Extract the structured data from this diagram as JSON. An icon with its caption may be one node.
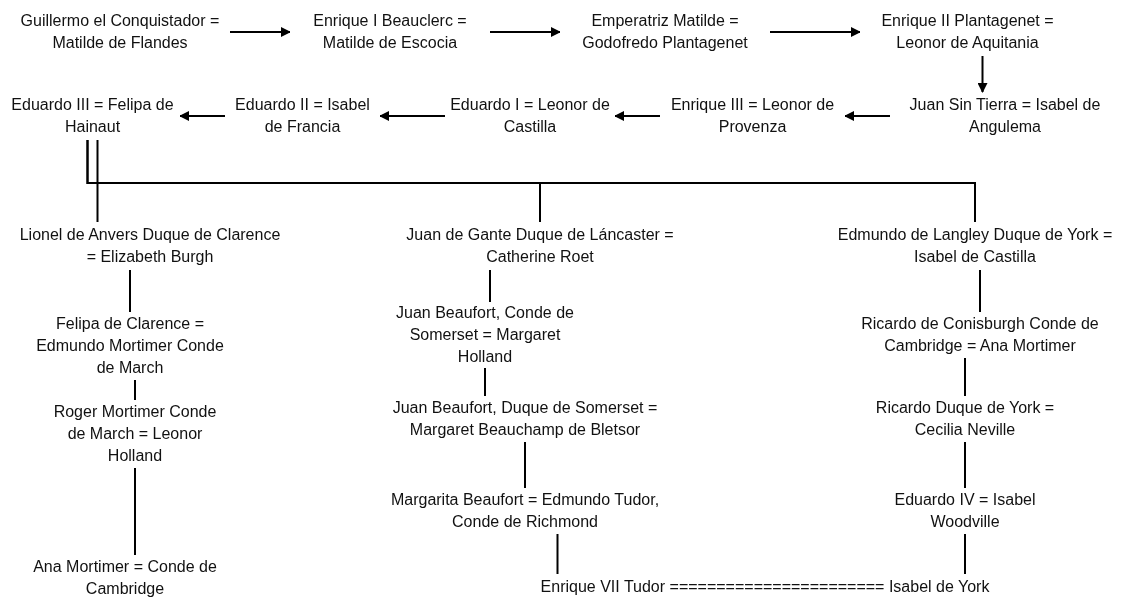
{
  "diagram": {
    "nodes": [
      {
        "text": [
          "Guillermo el Conquistador = Matilde de Flandes"
        ]
      },
      {
        "text": [
          "Enrique I Beauclerc = Matilde de Escocia"
        ]
      },
      {
        "text": [
          "Emperatriz Matilde = Godofredo Plantagenet"
        ]
      },
      {
        "text": [
          "Enrique II Plantagenet = Leonor de Aquitania"
        ]
      },
      {
        "text": [
          "Juan Sin Tierra = Isabel de Angulema"
        ]
      },
      {
        "text": [
          "Enrique III = Leonor de Provenza"
        ]
      },
      {
        "text": [
          "Eduardo I = Leonor de Castilla"
        ]
      },
      {
        "text": [
          "Eduardo II = Isabel de Francia"
        ]
      },
      {
        "text": [
          "Eduardo III = Felipa de Hainaut"
        ]
      },
      {
        "text": [
          "Lionel de Anvers Duque de Clarence = Elizabeth Burgh"
        ]
      },
      {
        "text": [
          "Juan de Gante Duque de Láncaster = Catherine Roet"
        ]
      },
      {
        "text": [
          "Edmundo de Langley Duque de York = Isabel de Castilla"
        ]
      },
      {
        "text": [
          "Felipa de Clarence = Edmundo Mortimer Conde de March"
        ]
      },
      {
        "text": [
          "Roger Mortimer Conde de March = Leonor Holland"
        ]
      },
      {
        "text": [
          "Ana Mortimer = Conde de Cambridge"
        ]
      },
      {
        "text": [
          "Juan Beaufort, Conde de Somerset = Margaret Holland"
        ]
      },
      {
        "text": [
          "Juan Beaufort, Duque de Somerset = Margaret Beauchamp de Bletsor"
        ]
      },
      {
        "text": [
          "Margarita Beaufort = Edmundo Tudor, Conde de Richmond"
        ]
      },
      {
        "text": [
          "Enrique VII Tudor ======================= Isabel de York"
        ]
      },
      {
        "text": [
          "Ricardo de Conisburgh Conde de Cambridge = Ana Mortimer"
        ]
      },
      {
        "text": [
          "Ricardo Duque de York = Cecilia Neville"
        ]
      },
      {
        "text": [
          "Eduardo IV = Isabel Woodville"
        ]
      }
    ],
    "edges": [
      {
        "from": 0,
        "to": 1,
        "arrow": "to"
      },
      {
        "from": 1,
        "to": 2,
        "arrow": "to"
      },
      {
        "from": 2,
        "to": 3,
        "arrow": "to"
      },
      {
        "from": 3,
        "to": 4,
        "arrow": "to"
      },
      {
        "from": 4,
        "to": 5,
        "arrow": "to"
      },
      {
        "from": 5,
        "to": 6,
        "arrow": "to"
      },
      {
        "from": 6,
        "to": 7,
        "arrow": "to"
      },
      {
        "from": 7,
        "to": 8,
        "arrow": "to"
      },
      {
        "from": 8,
        "to": 9,
        "arrow": "none"
      },
      {
        "from": 8,
        "to": 10,
        "arrow": "none"
      },
      {
        "from": 8,
        "to": 11,
        "arrow": "none"
      },
      {
        "from": 9,
        "to": 12,
        "arrow": "none"
      },
      {
        "from": 12,
        "to": 13,
        "arrow": "none"
      },
      {
        "from": 13,
        "to": 14,
        "arrow": "none"
      },
      {
        "from": 10,
        "to": 15,
        "arrow": "none"
      },
      {
        "from": 15,
        "to": 16,
        "arrow": "none"
      },
      {
        "from": 16,
        "to": 17,
        "arrow": "none"
      },
      {
        "from": 17,
        "to": 18,
        "arrow": "none"
      },
      {
        "from": 11,
        "to": 19,
        "arrow": "none"
      },
      {
        "from": 19,
        "to": 20,
        "arrow": "none"
      },
      {
        "from": 20,
        "to": 21,
        "arrow": "none"
      },
      {
        "from": 21,
        "to": 18,
        "arrow": "none"
      }
    ]
  }
}
